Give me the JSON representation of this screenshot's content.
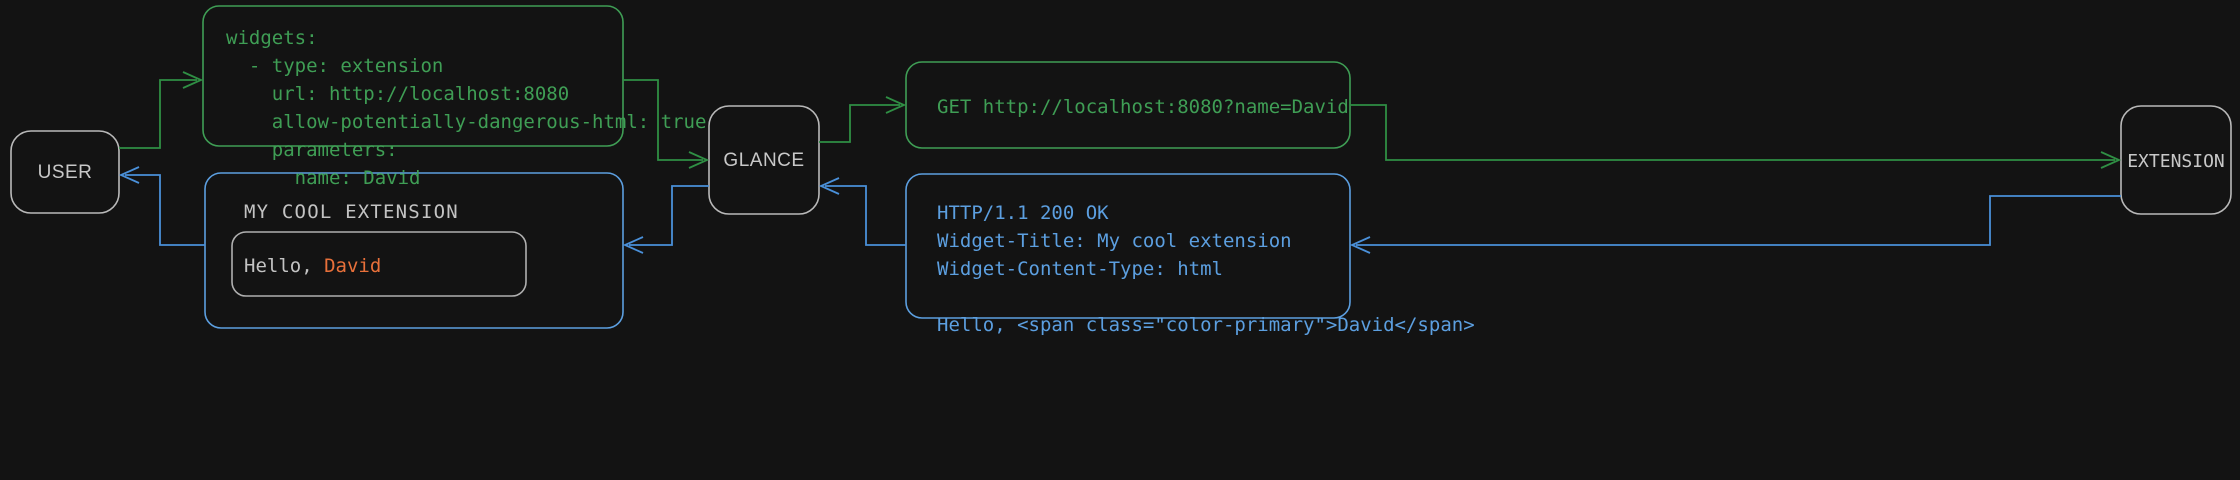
{
  "theme": {
    "background": "#131313",
    "node_border": "#b9b9b9",
    "node_text": "#c8c8c8",
    "request_color": "#3f9e55",
    "response_color": "#5c9fe0",
    "accent_color": "#e8703a",
    "inner_border": "#b0b0b0"
  },
  "nodes": [
    {
      "id": "user",
      "label": "USER",
      "font": "sans"
    },
    {
      "id": "glance",
      "label": "GLANCE",
      "font": "sans"
    },
    {
      "id": "extension",
      "label": "EXTENSION",
      "font": "mono"
    }
  ],
  "config_box": {
    "color": "#3f9e55",
    "lines": [
      "widgets:",
      "  - type: extension",
      "    url: http://localhost:8080",
      "    allow-potentially-dangerous-html: true",
      "    parameters:",
      "      name: David"
    ],
    "text": "widgets:\n  - type: extension\n    url: http://localhost:8080\n    allow-potentially-dangerous-html: true\n    parameters:\n      name: David"
  },
  "request_box": {
    "color": "#3f9e55",
    "method": "GET",
    "url": "http://localhost:8080?name=David",
    "text": "GET http://localhost:8080?name=David"
  },
  "response_box": {
    "color": "#5c9fe0",
    "status_line": "HTTP/1.1 200 OK",
    "headers": [
      "Widget-Title: My cool extension",
      "Widget-Content-Type: html"
    ],
    "body": "Hello, <span class=\"color-primary\">David</span>",
    "text": "HTTP/1.1 200 OK\nWidget-Title: My cool extension\nWidget-Content-Type: html\n\nHello, <span class=\"color-primary\">David</span>"
  },
  "widget_preview": {
    "border_color": "#5c9fe0",
    "title": "MY COOL EXTENSION",
    "greeting_prefix": "Hello, ",
    "greeting_name": "David"
  }
}
